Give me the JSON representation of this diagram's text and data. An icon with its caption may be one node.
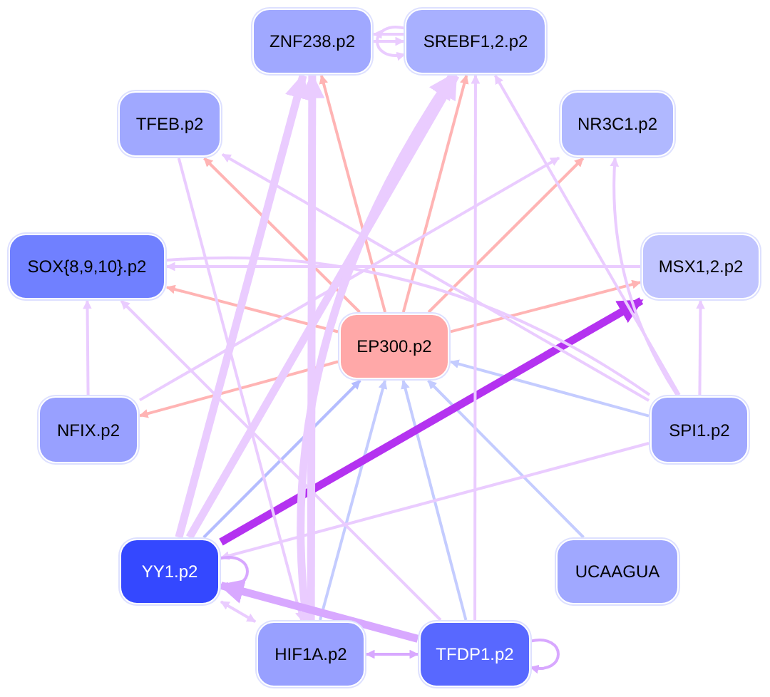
{
  "diagram": {
    "nodes": [
      {
        "text": [
          "ZNF238.p2"
        ]
      },
      {
        "text": [
          "SREBF1,2.p2"
        ]
      },
      {
        "text": [
          "TFEB.p2"
        ]
      },
      {
        "text": [
          "NR3C1.p2"
        ]
      },
      {
        "text": [
          "SOX{8,9,10}.p2"
        ]
      },
      {
        "text": [
          "MSX1,2.p2"
        ]
      },
      {
        "text": [
          "EP300.p2"
        ]
      },
      {
        "text": [
          "NFIX.p2"
        ]
      },
      {
        "text": [
          "SPI1.p2"
        ]
      },
      {
        "text": [
          "YY1.p2"
        ]
      },
      {
        "text": [
          "UCAAGUA"
        ]
      },
      {
        "text": [
          "HIF1A.p2"
        ]
      },
      {
        "text": [
          "TFDP1.p2"
        ]
      }
    ],
    "edges": [
      {
        "from": 6,
        "to": 0,
        "arrow": "to",
        "color": "#ffb4b4"
      },
      {
        "from": 6,
        "to": 1,
        "arrow": "to",
        "color": "#ffb4b4"
      },
      {
        "from": 6,
        "to": 2,
        "arrow": "to",
        "color": "#ffb4b4"
      },
      {
        "from": 6,
        "to": 3,
        "arrow": "to",
        "color": "#ffb4b4"
      },
      {
        "from": 6,
        "to": 4,
        "arrow": "to",
        "color": "#ffb4b4"
      },
      {
        "from": 6,
        "to": 5,
        "arrow": "to",
        "color": "#ffb4b4"
      },
      {
        "from": 6,
        "to": 7,
        "arrow": "to",
        "color": "#ffb4b4"
      },
      {
        "from": 9,
        "to": 6,
        "arrow": "to",
        "color": "#b4bcff"
      },
      {
        "from": 11,
        "to": 6,
        "arrow": "to",
        "color": "#c4ccff"
      },
      {
        "from": 12,
        "to": 6,
        "arrow": "to",
        "color": "#c4ccff"
      },
      {
        "from": 10,
        "to": 6,
        "arrow": "to",
        "color": "#c4ccff"
      },
      {
        "from": 8,
        "to": 6,
        "arrow": "to",
        "color": "#c4ccff"
      },
      {
        "from": 9,
        "to": 5,
        "arrow": "to",
        "style": "thick",
        "color": "#b432f0"
      },
      {
        "from": 0,
        "to": 1,
        "arrow": "to"
      },
      {
        "from": 1,
        "to": 0,
        "arrow": "to"
      },
      {
        "from": 1,
        "to": 1,
        "arrow": "to"
      },
      {
        "from": 7,
        "to": 4,
        "arrow": "to"
      },
      {
        "from": 8,
        "to": 3,
        "arrow": "to"
      },
      {
        "from": 8,
        "to": 5,
        "arrow": "to"
      },
      {
        "from": 8,
        "to": 1,
        "arrow": "to"
      },
      {
        "from": 8,
        "to": 9,
        "arrow": "to"
      },
      {
        "from": 8,
        "to": 2,
        "arrow": "to"
      },
      {
        "from": 5,
        "to": 4,
        "arrow": "to"
      },
      {
        "from": 7,
        "to": 3,
        "arrow": "to"
      },
      {
        "from": 4,
        "to": 8,
        "arrow": "none"
      },
      {
        "from": 9,
        "to": 1,
        "arrow": "to",
        "style": "thick"
      },
      {
        "from": 9,
        "to": 0,
        "arrow": "to",
        "style": "thick"
      },
      {
        "from": 11,
        "to": 0,
        "arrow": "to",
        "style": "thick"
      },
      {
        "from": 11,
        "to": 1,
        "arrow": "to",
        "style": "thick"
      },
      {
        "from": 12,
        "to": 1,
        "arrow": "to"
      },
      {
        "from": 2,
        "to": 11,
        "arrow": "to"
      },
      {
        "from": 12,
        "to": 4,
        "arrow": "to"
      },
      {
        "from": 9,
        "to": 11,
        "arrow": "both"
      },
      {
        "from": 9,
        "to": 9,
        "arrow": "to",
        "color": "#d8a8ff"
      },
      {
        "from": 12,
        "to": 12,
        "arrow": "to",
        "color": "#d8a8ff"
      },
      {
        "from": 12,
        "to": 9,
        "arrow": "to",
        "style": "thick",
        "color": "#d8a8ff"
      },
      {
        "from": 11,
        "to": 12,
        "arrow": "both",
        "color": "#d8a8ff"
      }
    ]
  }
}
